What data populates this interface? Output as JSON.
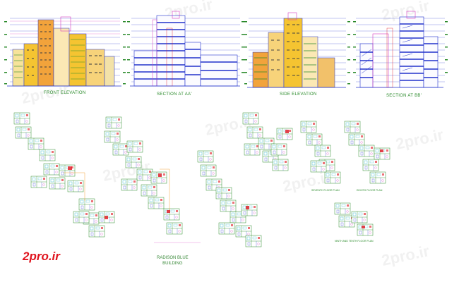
{
  "drawing": {
    "elevations": [
      {
        "label": "FRONT ELEVATION"
      },
      {
        "label": "SECTION AT AA'"
      },
      {
        "label": "SIDE ELEVATION"
      },
      {
        "label": "SECTION AT BB'"
      }
    ],
    "plan_labels": {
      "seventh_floor": "SEVENTH FLOOR PLAN",
      "eighth_floor": "EIGHTH FLOOR PLAN",
      "ninth_tenth_floor": "NINTH AND TENTH FLOOR PLAN"
    },
    "site_label_line1": "RADISON BLUE",
    "site_label_line2": "BUILDING",
    "watermark": "2pro.ir",
    "brand": "2pro.ir"
  },
  "colors": {
    "line_green": "#2a8a2a",
    "tower_yellow": "#f5c431",
    "tower_orange": "#f2a33b",
    "slab_blue": "#2233cc",
    "accent_magenta": "#d63cbf",
    "accent_red": "#e0141e",
    "plan_cyan": "#2bb5c9"
  }
}
